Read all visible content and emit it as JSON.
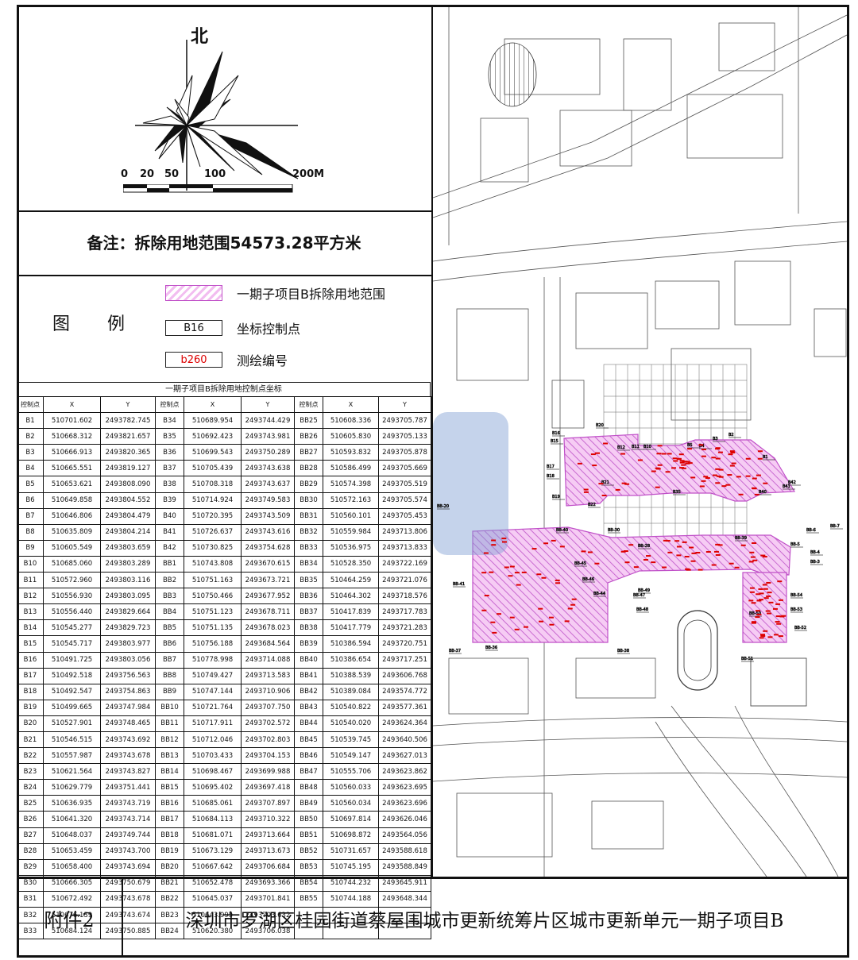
{
  "compass": {
    "north_label": "北"
  },
  "scale_bar": {
    "ticks": [
      "0",
      "20",
      "50",
      "100",
      "200M"
    ]
  },
  "note": "备注：拆除用地范围54573.28平方米",
  "legend": {
    "title": "图 例",
    "items": [
      {
        "swatch": "",
        "label": "一期子项目B拆除用地范围"
      },
      {
        "swatch": "B16",
        "label": "坐标控制点"
      },
      {
        "swatch": "b260",
        "label": "测绘编号"
      }
    ]
  },
  "colors": {
    "demolition_fill": "#f2bdf0",
    "demolition_edge": "#c050c8",
    "survey_number": "#dd0000",
    "watermark": "#7e9ed2"
  },
  "coord_table": {
    "title": "一期子项目B拆除用地控制点坐标",
    "headers": [
      "控制点",
      "X",
      "Y",
      "控制点",
      "X",
      "Y",
      "控制点",
      "X",
      "Y"
    ],
    "rows": [
      [
        "B1",
        "510701.602",
        "2493782.745",
        "B34",
        "510689.954",
        "2493744.429",
        "BB25",
        "510608.336",
        "2493705.787"
      ],
      [
        "B2",
        "510668.312",
        "2493821.657",
        "B35",
        "510692.423",
        "2493743.981",
        "BB26",
        "510605.830",
        "2493705.133"
      ],
      [
        "B3",
        "510666.913",
        "2493820.365",
        "B36",
        "510699.543",
        "2493750.289",
        "BB27",
        "510593.832",
        "2493705.878"
      ],
      [
        "B4",
        "510665.551",
        "2493819.127",
        "B37",
        "510705.439",
        "2493743.638",
        "BB28",
        "510586.499",
        "2493705.669"
      ],
      [
        "B5",
        "510653.621",
        "2493808.090",
        "B38",
        "510708.318",
        "2493743.637",
        "BB29",
        "510574.398",
        "2493705.519"
      ],
      [
        "B6",
        "510649.858",
        "2493804.552",
        "B39",
        "510714.924",
        "2493749.583",
        "BB30",
        "510572.163",
        "2493705.574"
      ],
      [
        "B7",
        "510646.806",
        "2493804.479",
        "B40",
        "510720.395",
        "2493743.509",
        "BB31",
        "510560.101",
        "2493705.453"
      ],
      [
        "B8",
        "510635.809",
        "2493804.214",
        "B41",
        "510726.637",
        "2493743.616",
        "BB32",
        "510559.984",
        "2493713.806"
      ],
      [
        "B9",
        "510605.549",
        "2493803.659",
        "B42",
        "510730.825",
        "2493754.628",
        "BB33",
        "510536.975",
        "2493713.833"
      ],
      [
        "B10",
        "510685.060",
        "2493803.289",
        "BB1",
        "510743.808",
        "2493670.615",
        "BB34",
        "510528.350",
        "2493722.169"
      ],
      [
        "B11",
        "510572.960",
        "2493803.116",
        "BB2",
        "510751.163",
        "2493673.721",
        "BB35",
        "510464.259",
        "2493721.076"
      ],
      [
        "B12",
        "510556.930",
        "2493803.095",
        "BB3",
        "510750.466",
        "2493677.952",
        "BB36",
        "510464.302",
        "2493718.576"
      ],
      [
        "B13",
        "510556.440",
        "2493829.664",
        "BB4",
        "510751.123",
        "2493678.711",
        "BB37",
        "510417.839",
        "2493717.783"
      ],
      [
        "B14",
        "510545.277",
        "2493829.723",
        "BB5",
        "510751.135",
        "2493678.023",
        "BB38",
        "510417.779",
        "2493721.283"
      ],
      [
        "B15",
        "510545.717",
        "2493803.977",
        "BB6",
        "510756.188",
        "2493684.564",
        "BB39",
        "510386.594",
        "2493720.751"
      ],
      [
        "B16",
        "510491.725",
        "2493803.056",
        "BB7",
        "510778.998",
        "2493714.088",
        "BB40",
        "510386.654",
        "2493717.251"
      ],
      [
        "B17",
        "510492.518",
        "2493756.563",
        "BB8",
        "510749.427",
        "2493713.583",
        "BB41",
        "510388.539",
        "2493606.768"
      ],
      [
        "B18",
        "510492.547",
        "2493754.863",
        "BB9",
        "510747.144",
        "2493710.906",
        "BB42",
        "510389.084",
        "2493574.772"
      ],
      [
        "B19",
        "510499.665",
        "2493747.984",
        "BB10",
        "510721.764",
        "2493707.750",
        "BB43",
        "510540.822",
        "2493577.361"
      ],
      [
        "B20",
        "510527.901",
        "2493748.465",
        "BB11",
        "510717.911",
        "2493702.572",
        "BB44",
        "510540.020",
        "2493624.364"
      ],
      [
        "B21",
        "510546.515",
        "2493743.692",
        "BB12",
        "510712.046",
        "2493702.803",
        "BB45",
        "510539.745",
        "2493640.506"
      ],
      [
        "B22",
        "510557.987",
        "2493743.678",
        "BB13",
        "510703.433",
        "2493704.153",
        "BB46",
        "510549.147",
        "2493627.013"
      ],
      [
        "B23",
        "510621.564",
        "2493743.827",
        "BB14",
        "510698.467",
        "2493699.988",
        "BB47",
        "510555.706",
        "2493623.862"
      ],
      [
        "B24",
        "510629.779",
        "2493751.441",
        "BB15",
        "510695.402",
        "2493697.418",
        "BB48",
        "510560.033",
        "2493623.695"
      ],
      [
        "B25",
        "510636.935",
        "2493743.719",
        "BB16",
        "510685.061",
        "2493707.897",
        "BB49",
        "510560.034",
        "2493623.696"
      ],
      [
        "B26",
        "510641.320",
        "2493743.714",
        "BB17",
        "510684.113",
        "2493710.322",
        "BB50",
        "510697.814",
        "2493626.046"
      ],
      [
        "B27",
        "510648.037",
        "2493749.744",
        "BB18",
        "510681.071",
        "2493713.664",
        "BB51",
        "510698.872",
        "2493564.056"
      ],
      [
        "B28",
        "510653.459",
        "2493743.700",
        "BB19",
        "510673.129",
        "2493713.673",
        "BB52",
        "510731.657",
        "2493588.618"
      ],
      [
        "B29",
        "510658.400",
        "2493743.694",
        "BB20",
        "510667.642",
        "2493706.684",
        "BB53",
        "510745.195",
        "2493588.849"
      ],
      [
        "B30",
        "510666.305",
        "2493750.679",
        "BB21",
        "510652.478",
        "2493693.366",
        "BB54",
        "510744.232",
        "2493645.911"
      ],
      [
        "B31",
        "510672.492",
        "2493743.678",
        "BB22",
        "510645.037",
        "2493701.841",
        "BB55",
        "510744.188",
        "2493648.344"
      ],
      [
        "B32",
        "510676.139",
        "2493743.674",
        "BB23",
        "510643.995",
        "2493703.632",
        "",
        "",
        ""
      ],
      [
        "B33",
        "510684.124",
        "2493750.885",
        "BB24",
        "510620.380",
        "2493706.038",
        "",
        "",
        ""
      ]
    ]
  },
  "map_labels": [
    "B16",
    "B20",
    "B15",
    "B12",
    "B11",
    "B10",
    "B5",
    "B4",
    "B3",
    "B2",
    "B1",
    "B17",
    "B18",
    "B19",
    "B21",
    "B22",
    "B35",
    "B40",
    "B41",
    "B42",
    "BB-20",
    "BB-30",
    "BB-40",
    "BB-41",
    "BB-44",
    "BB-45",
    "BB-46",
    "BB-47",
    "BB-48",
    "BB-49",
    "BB-50",
    "BB-51",
    "BB-52",
    "BB-53",
    "BB-54",
    "BB-7",
    "BB-6",
    "BB-5",
    "BB-4",
    "BB-3",
    "BB-28",
    "BB-36",
    "BB-37",
    "BB-38",
    "BB-39"
  ],
  "footer": {
    "attachment_label": "附件2",
    "attachment_title": "深圳市罗湖区桂园街道蔡屋围城市更新统筹片区城市更新单元一期子项目B"
  }
}
